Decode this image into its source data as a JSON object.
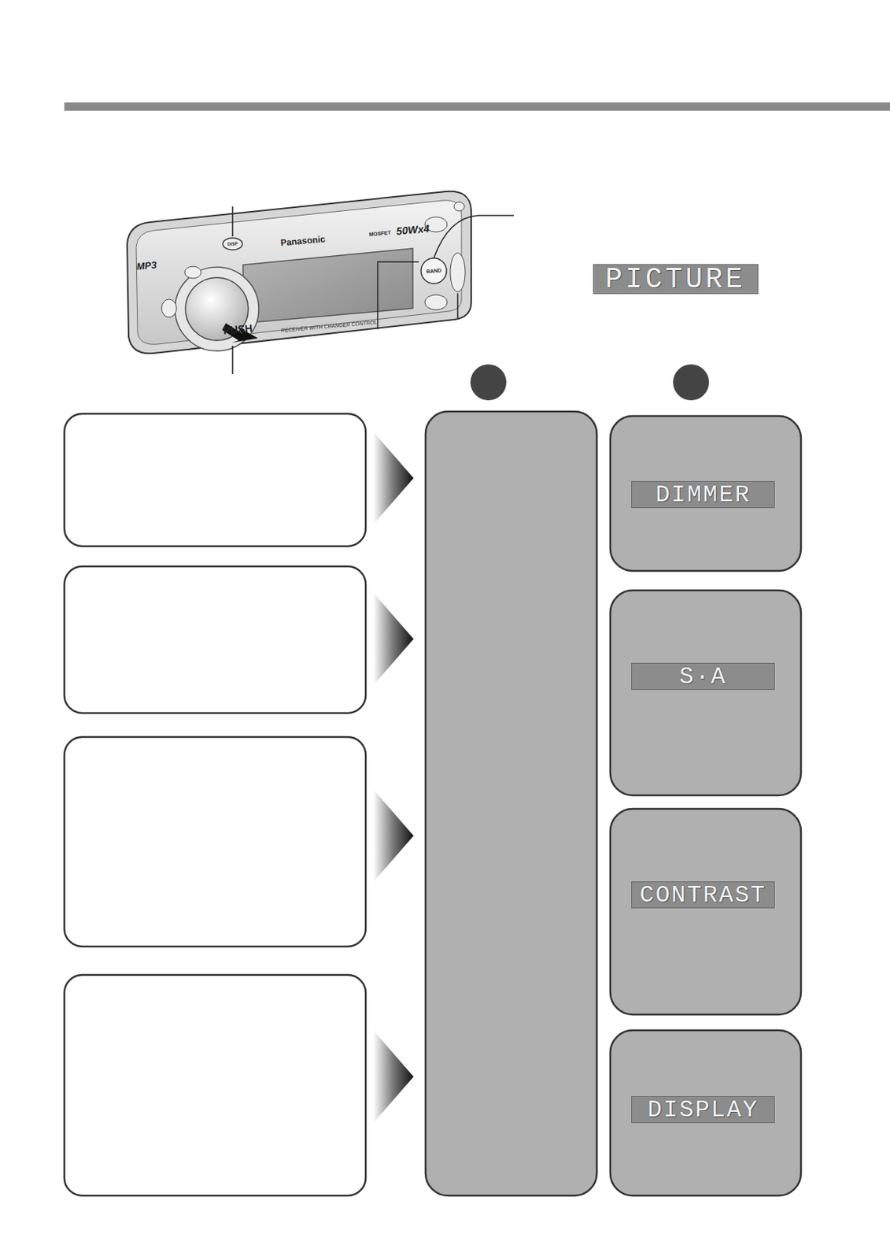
{
  "diagram": {
    "nodes": [
      {
        "text": [
          "PICTURE"
        ]
      },
      {
        "text": [
          "DIMMER"
        ]
      },
      {
        "text": [
          "S·A"
        ]
      },
      {
        "text": [
          "CONTRAST"
        ]
      },
      {
        "text": [
          "DISPLAY"
        ]
      }
    ],
    "labels": [
      "Panasonic",
      "MOSFET",
      "50Wx4",
      "MP3",
      "PUSH",
      "BAND",
      "DISP",
      "RECEIVER WITH CHANGER CONTROL"
    ]
  }
}
